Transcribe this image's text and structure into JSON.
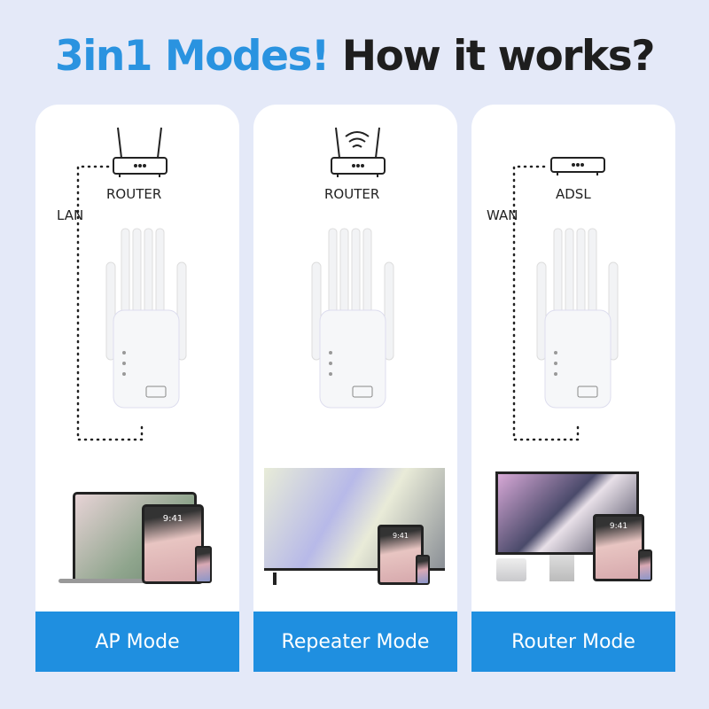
{
  "title": {
    "part1": "3in1 Modes!",
    "part2": "How it works?"
  },
  "panels": [
    {
      "mode": "AP Mode",
      "device_label": "ROUTER",
      "link_label": "LAN",
      "router_icon": "router-antenna-icon"
    },
    {
      "mode": "Repeater Mode",
      "device_label": "ROUTER",
      "router_icon": "router-wifi-icon"
    },
    {
      "mode": "Router Mode",
      "device_label": "ADSL",
      "link_label": "WAN",
      "router_icon": "modem-icon"
    }
  ],
  "screens": {
    "time": "9:41"
  },
  "colors": {
    "accent": "#2a93e0",
    "label_bg": "#1f8fe0",
    "background": "#e4e9f8"
  }
}
